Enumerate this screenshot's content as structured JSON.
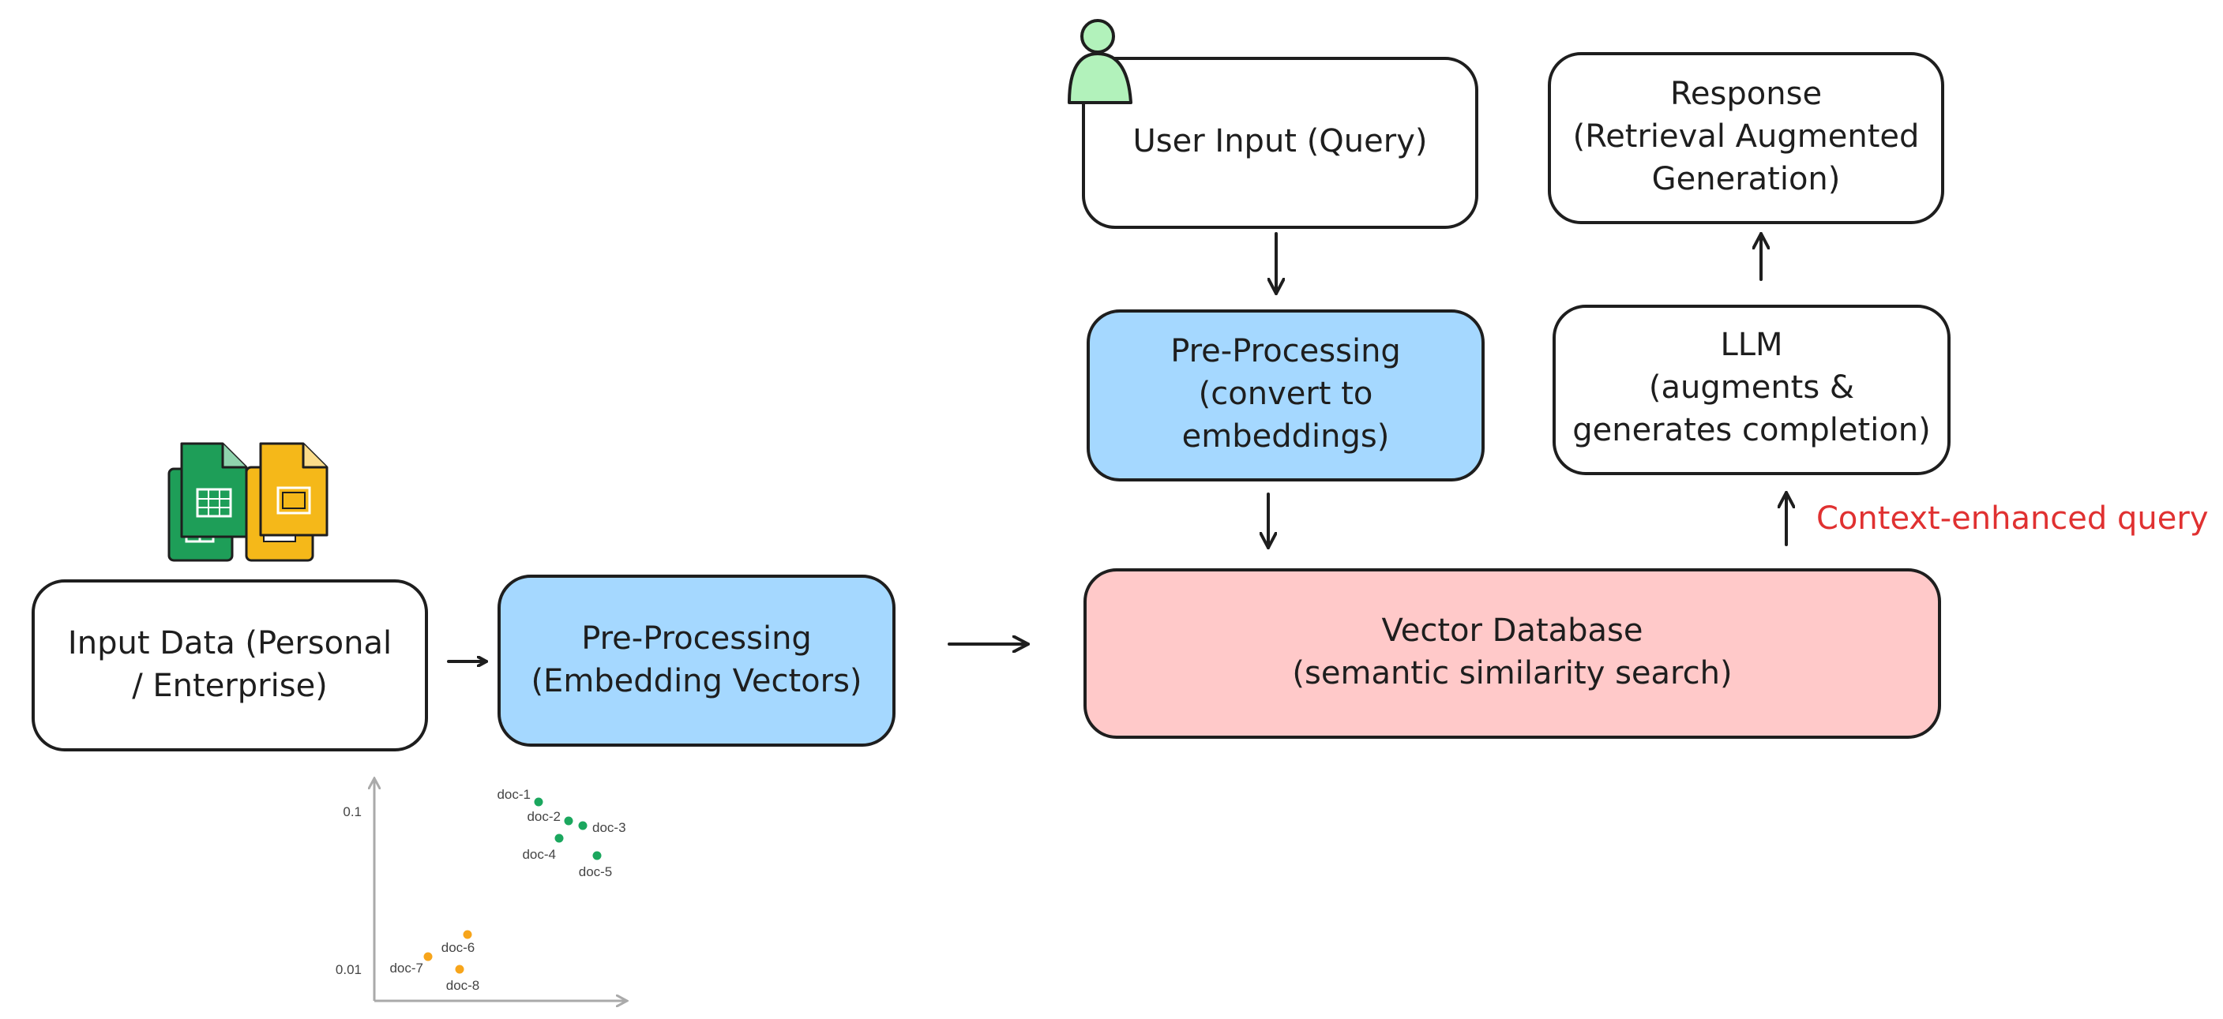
{
  "colors": {
    "stroke": "#1e1e1e",
    "blue_fill": "#a5d8ff",
    "pink_fill": "#ffc9c9",
    "white_fill": "#ffffff",
    "user_fill": "#b2f2bb",
    "accent_red": "#e03131",
    "sheet_green": "#1e9e58",
    "slides_yellow": "#f5b819",
    "dot_green": "#1ba75e",
    "dot_orange": "#f7a51b"
  },
  "boxes": {
    "input_data": {
      "line1": "Input Data (Personal",
      "line2": "/ Enterprise)"
    },
    "preprocess_embed": {
      "line1": "Pre-Processing",
      "line2": "(Embedding Vectors)"
    },
    "user_input": {
      "line1": "User Input (Query)"
    },
    "preprocess_query": {
      "line1": "Pre-Processing",
      "line2": "(convert to",
      "line3": "embeddings)"
    },
    "vector_db": {
      "line1": "Vector Database",
      "line2": "(semantic similarity search)"
    },
    "llm": {
      "line1": "LLM",
      "line2": "(augments &",
      "line3": "generates completion)"
    },
    "response": {
      "line1": "Response",
      "line2": "(Retrieval Augmented",
      "line3": "Generation)"
    }
  },
  "annotation": {
    "context_query": "Context-enhanced query"
  },
  "icons": {
    "spreadsheet": "spreadsheet-icon",
    "slides": "slides-icon",
    "user": "user-icon"
  },
  "chart_data": {
    "type": "scatter",
    "y_ticks": [
      "0.1",
      "0.01"
    ],
    "points": [
      {
        "label": "doc-1",
        "group": "green"
      },
      {
        "label": "doc-2",
        "group": "green"
      },
      {
        "label": "doc-3",
        "group": "green"
      },
      {
        "label": "doc-4",
        "group": "green"
      },
      {
        "label": "doc-5",
        "group": "green"
      },
      {
        "label": "doc-6",
        "group": "orange"
      },
      {
        "label": "doc-7",
        "group": "orange"
      },
      {
        "label": "doc-8",
        "group": "orange"
      }
    ]
  }
}
